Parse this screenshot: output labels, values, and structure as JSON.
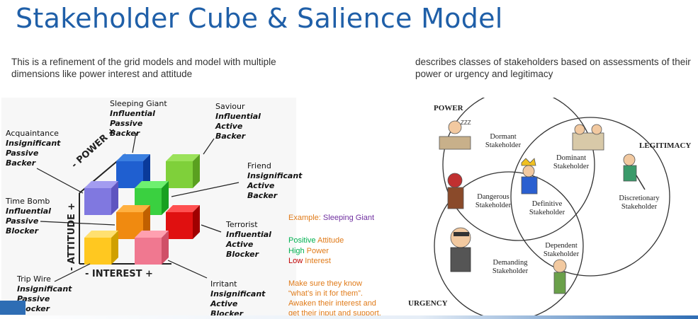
{
  "title": "Stakeholder Cube & Salience Model",
  "desc_left": "This is a refinement of the grid models and model with multiple dimensions like power interest and attitude",
  "desc_right": "describes classes of stakeholders based on assessments of their power or urgency and legitimacy",
  "cube": {
    "axis_power": "- POWER +",
    "axis_attitude": "- ATTITUDE +",
    "axis_interest": "- INTEREST +",
    "labels": {
      "sleeping_giant": {
        "name": "Sleeping Giant",
        "l1": "Influential",
        "l2": "Passive",
        "l3": "Backer"
      },
      "saviour": {
        "name": "Saviour",
        "l1": "Influential",
        "l2": "Active",
        "l3": "Backer"
      },
      "acquaintance": {
        "name": "Acquaintance",
        "l1": "Insignificant",
        "l2": "Passive",
        "l3": "Backer"
      },
      "friend": {
        "name": "Friend",
        "l1": "Insignificant",
        "l2": "Active",
        "l3": "Backer"
      },
      "time_bomb": {
        "name": "Time Bomb",
        "l1": "Influential",
        "l2": "Passive",
        "l3": "Blocker"
      },
      "terrorist": {
        "name": "Terrorist",
        "l1": "Influential",
        "l2": "Active",
        "l3": "Blocker"
      },
      "trip_wire": {
        "name": "Trip Wire",
        "l1": "Insignificant",
        "l2": "Passive",
        "l3": "Blocker"
      },
      "irritant": {
        "name": "Irritant",
        "l1": "Insignificant",
        "l2": "Active",
        "l3": "Blocker"
      }
    }
  },
  "example": {
    "prefix": "Example: ",
    "name": "Sleeping Giant",
    "pos_a": "Positive",
    "pos_b": " Attitude",
    "high_a": "High",
    "high_b": " Power",
    "low_a": "Low",
    "low_b": " Interest",
    "advice1": "Make sure they know",
    "advice2": "“what’s in it for them”.",
    "advice3": "Awaken their interest and",
    "advice4": "get their input and support.",
    "colors": {
      "orange": "#e07b1a",
      "purple": "#7030a0",
      "green": "#00b050",
      "red": "#c00000"
    }
  },
  "salience": {
    "power": "POWER",
    "legitimacy": "LEGITIMACY",
    "urgency": "URGENCY",
    "dormant": "Dormant\nStakeholder",
    "dominant": "Dominant\nStakeholder",
    "discretionary": "Discretionary\nStakeholder",
    "dangerous": "Dangerous\nStakeholder",
    "definitive": "Definitive\nStakeholder",
    "dependent": "Dependent\nStakeholder",
    "demanding": "Demanding\nStakeholder"
  }
}
